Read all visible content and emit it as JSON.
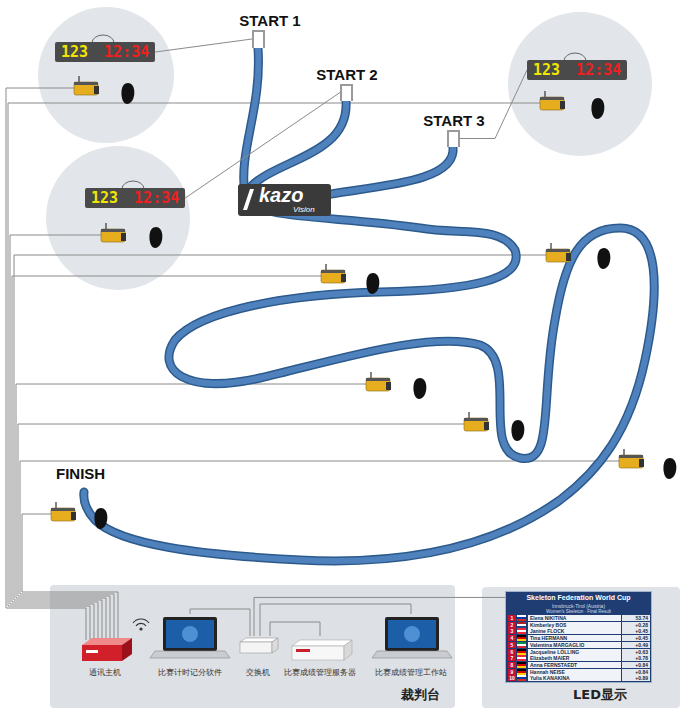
{
  "diagram": {
    "nodes": [
      {
        "text": [
          "123",
          "12:34"
        ]
      },
      {
        "text": [
          "START 1"
        ]
      },
      {
        "text": [
          "START 2"
        ]
      },
      {
        "text": [
          "123",
          "12:34"
        ]
      },
      {
        "text": [
          "START 3"
        ]
      },
      {
        "text": [
          "123",
          "12:34"
        ]
      },
      {
        "text": [
          "裁判台"
        ]
      },
      {
        "text": [
          "通讯主机"
        ],
        "in": 6
      },
      {
        "text": [
          "比赛计时记分软件"
        ],
        "in": 6
      },
      {
        "text": [
          "交换机"
        ],
        "in": 6
      },
      {
        "text": [
          "比赛成绩管理服务器"
        ],
        "in": 6
      },
      {
        "text": [
          "比赛成绩管理工作站"
        ],
        "in": 6
      },
      {
        "text": [
          "LED显示"
        ]
      },
      {
        "text": [
          "Skeleton Federation World Cup",
          "Innsbruck-Tirol (Austria)",
          "Women's Skeleton · Final Result",
          "1",
          "Elena NIKITINA",
          "53.74",
          "2",
          "Kimberley BOS",
          "+0.28",
          "3",
          "Janine FLOCK",
          "+0.45",
          "4",
          "Tina HERMANN",
          "+0.45",
          "5",
          "Valentina MARGAGLIO",
          "+0.49",
          "6",
          "Jacqueline LÖLLING",
          "+0.63",
          "7",
          "Elizabeth MAIER",
          "+0.78",
          "8",
          "Anna FERNSTAEDT",
          "+0.84",
          "9",
          "Hannah NEISE",
          "+0.84",
          "10",
          "Yulia KANAKINA",
          "+0.89"
        ],
        "in": 12
      }
    ],
    "edges": [
      {
        "from": 0,
        "to": 1,
        "arrow": "none"
      },
      {
        "from": 5,
        "to": 2,
        "arrow": "none"
      },
      {
        "from": 3,
        "to": 4,
        "arrow": "none"
      },
      {
        "from": 8,
        "to": 9,
        "arrow": "none"
      },
      {
        "from": 9,
        "to": 10,
        "arrow": "none"
      },
      {
        "from": 9,
        "to": 11,
        "arrow": "none"
      },
      {
        "from": 9,
        "to": 13,
        "arrow": "none"
      }
    ],
    "labels": [
      "FINISH",
      "kazo",
      "Vision"
    ]
  }
}
